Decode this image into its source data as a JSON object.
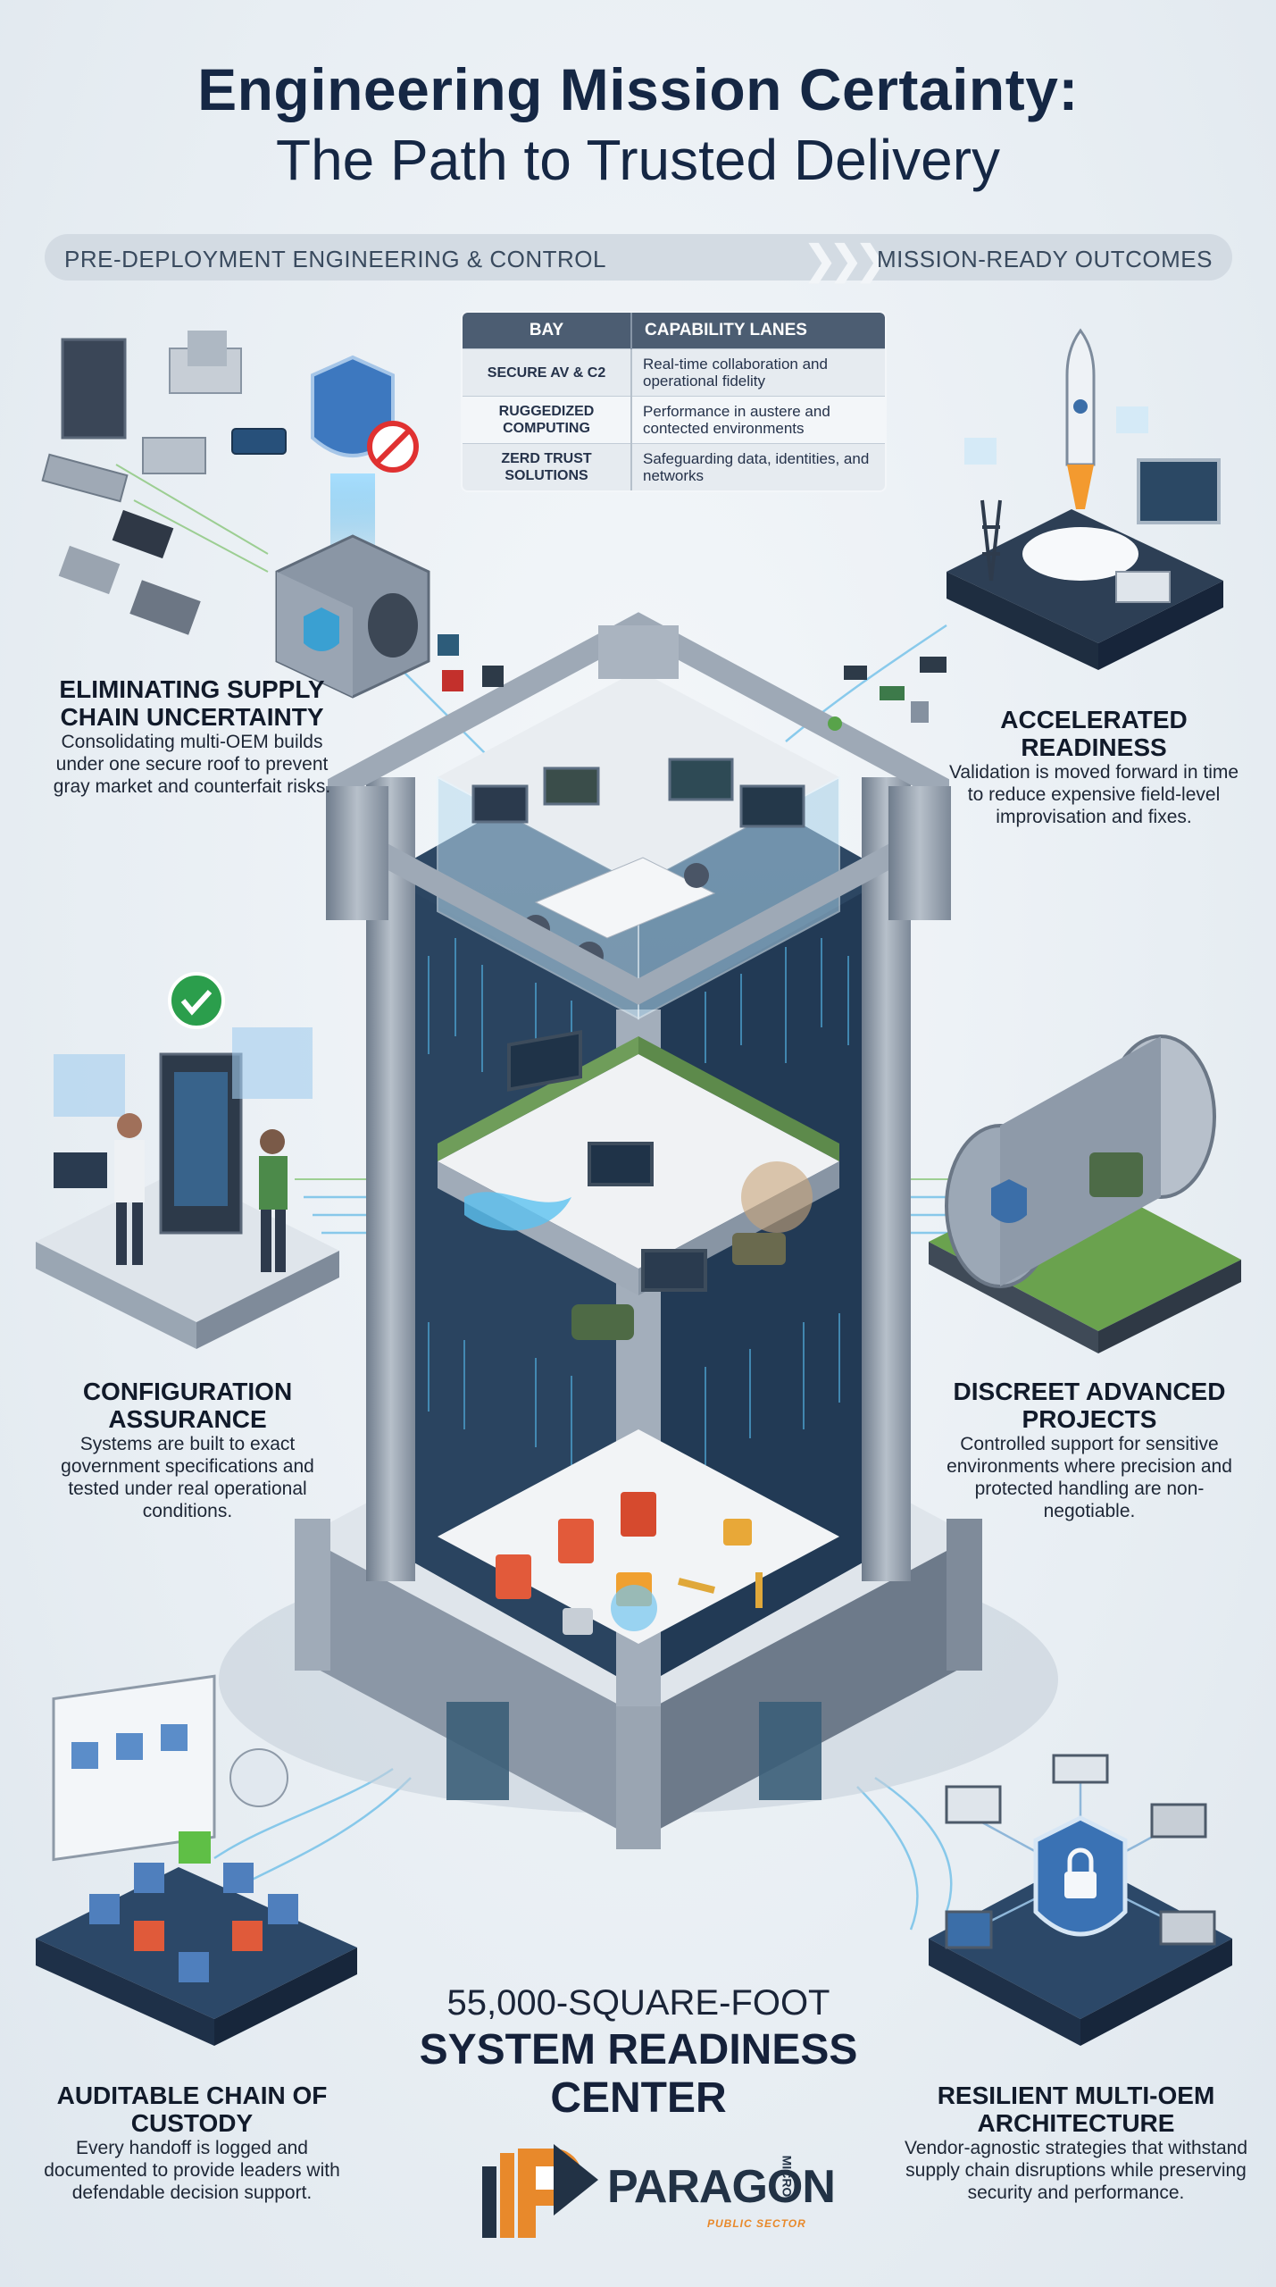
{
  "title": {
    "line1": "Engineering Mission Certainty:",
    "line2": "The Path to Trusted Delivery"
  },
  "banner": {
    "left": "PRE-DEPLOYMENT ENGINEERING & CONTROL",
    "right": "MISSION-READY OUTCOMES"
  },
  "bay_table": {
    "headers": [
      "BAY",
      "CAPABILITY LANES"
    ],
    "rows": [
      {
        "bay": "SECURE AV & C2",
        "lane": "Real-time collaboration and operational fidelity"
      },
      {
        "bay": "RUGGEDIZED COMPUTING",
        "lane": "Performance in austere and contected environments"
      },
      {
        "bay": "ZERD TRUST SOLUTIONS",
        "lane": "Safeguarding data, identities, and networks"
      }
    ]
  },
  "sections": {
    "supply_chain": {
      "heading": "ELIMINATING SUPPLY CHAIN UNCERTAINTY",
      "text": "Consolidating multi-OEM builds under one secure roof to prevent gray market and counterfait risks."
    },
    "readiness": {
      "heading": "ACCELERATED READINESS",
      "text": "Validation is moved forward in time to reduce expensive field-level improvisation and fixes."
    },
    "configuration": {
      "heading": "CONFIGURATION ASSURANCE",
      "text": "Systems are built to exact government specifications and tested under real operational conditions."
    },
    "discreet": {
      "heading": "DISCREET ADVANCED PROJECTS",
      "text": "Controlled support for sensitive environments where precision and protected handling are non-negotiable."
    },
    "custody": {
      "heading": "AUDITABLE CHAIN OF CUSTODY",
      "text": "Every handoff is logged and documented to provide leaders with defendable decision support."
    },
    "resilient": {
      "heading": "RESILIENT MULTI-OEM ARCHITECTURE",
      "text": "Vendor-agnostic strategies that withstand supply chain disruptions while preserving security and performance."
    }
  },
  "center": {
    "line1": "55,000-SQUARE-FOOT",
    "line2": "SYSTEM READINESS CENTER"
  },
  "logo": {
    "name": "PARAGON",
    "micro": "MICRO",
    "sub": "PUBLIC SECTOR"
  },
  "colors": {
    "title": "#152744",
    "accent_blue": "#3ba7e0",
    "accent_green": "#5fae4c",
    "logo_orange": "#e8892b",
    "tower_steel": "#8a96a5"
  }
}
